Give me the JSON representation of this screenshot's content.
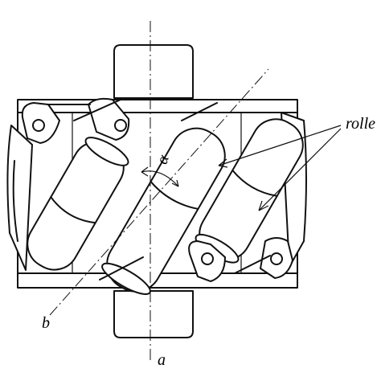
{
  "labels": {
    "rollers": "rolle",
    "axis_a": "a",
    "axis_b": "b",
    "angle": "α"
  }
}
